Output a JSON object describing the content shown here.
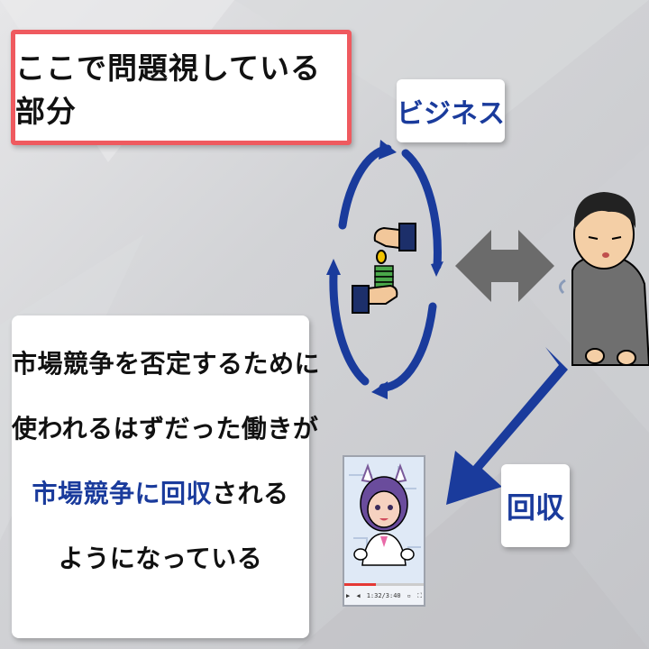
{
  "title": "ここで問題視している部分",
  "business_label": "ビジネス",
  "collect_label": "回収",
  "main_text": {
    "line1": "市場競争を否定するために",
    "line2": "使われるはずだった働きが",
    "line3_highlight": "市場競争に回収",
    "line3_rest": "される",
    "line4": "ようになっている"
  },
  "video_player": {
    "time": "1:32/3:40"
  },
  "colors": {
    "accent_blue": "#1a3b9c",
    "title_border": "#ef5a5f",
    "arrow_gray": "#6b6b6b"
  }
}
